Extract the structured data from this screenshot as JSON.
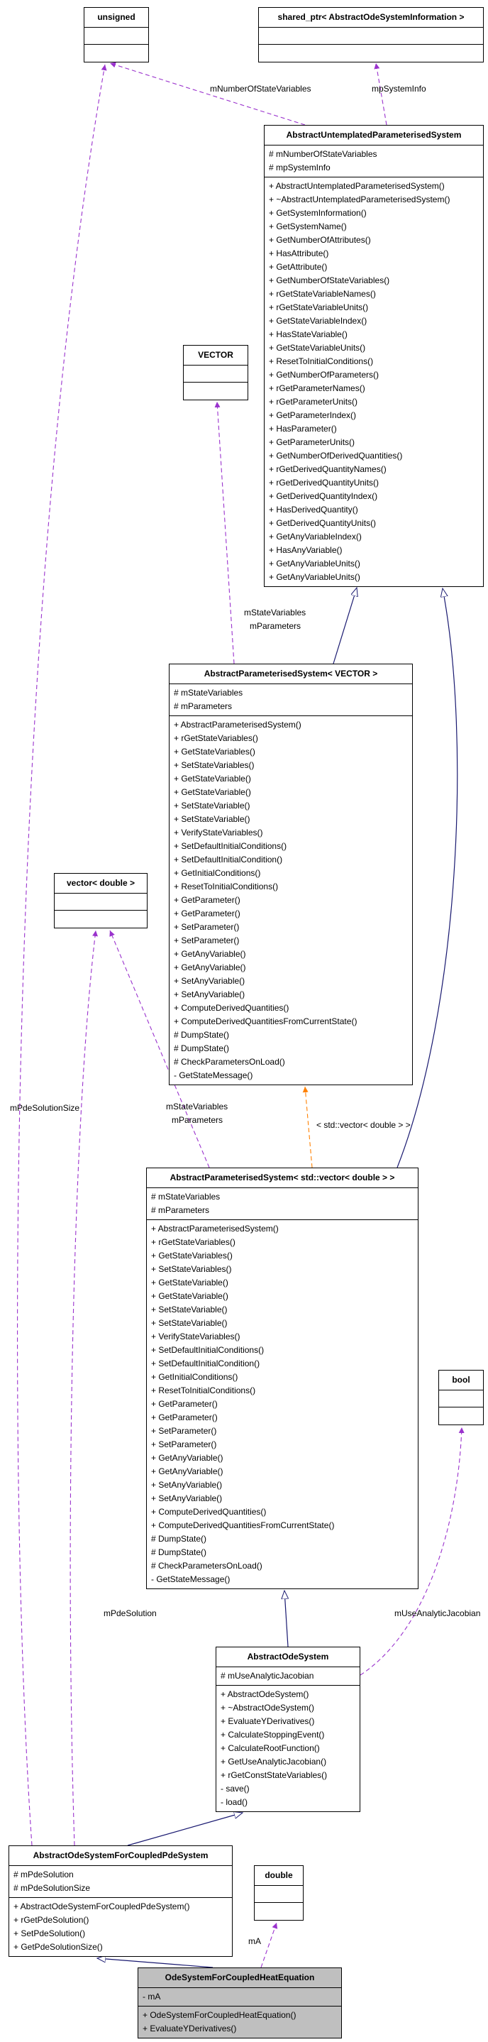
{
  "diagram": {
    "kind": "uml-collaboration-diagram",
    "background": "#ffffff",
    "node_border_color": "#000000",
    "node_fill": "#ffffff",
    "highlight_fill": "#bfbfbf",
    "inheritance_edge_color": "#191970",
    "usage_edge_color": "#9a32cd",
    "template_edge_color": "#ff8000"
  },
  "classes": {
    "unsigned_type": {
      "title": "unsigned",
      "attributes": [],
      "methods": []
    },
    "shared_ptr_info": {
      "title": "shared_ptr< AbstractOdeSystemInformation >",
      "attributes": [],
      "methods": []
    },
    "abstract_untemplated": {
      "title": "AbstractUntemplatedParameterisedSystem",
      "attributes": [
        "# mNumberOfStateVariables",
        "# mpSystemInfo"
      ],
      "methods": [
        "+ AbstractUntemplatedParameterisedSystem()",
        "+ ~AbstractUntemplatedParameterisedSystem()",
        "+ GetSystemInformation()",
        "+ GetSystemName()",
        "+ GetNumberOfAttributes()",
        "+ HasAttribute()",
        "+ GetAttribute()",
        "+ GetNumberOfStateVariables()",
        "+ rGetStateVariableNames()",
        "+ rGetStateVariableUnits()",
        "+ GetStateVariableIndex()",
        "+ HasStateVariable()",
        "+ GetStateVariableUnits()",
        "+ ResetToInitialConditions()",
        "+ GetNumberOfParameters()",
        "+ rGetParameterNames()",
        "+ rGetParameterUnits()",
        "+ GetParameterIndex()",
        "+ HasParameter()",
        "+ GetParameterUnits()",
        "+ GetNumberOfDerivedQuantities()",
        "+ rGetDerivedQuantityNames()",
        "+ rGetDerivedQuantityUnits()",
        "+ GetDerivedQuantityIndex()",
        "+ HasDerivedQuantity()",
        "+ GetDerivedQuantityUnits()",
        "+ GetAnyVariableIndex()",
        "+ HasAnyVariable()",
        "+ GetAnyVariableUnits()",
        "+ GetAnyVariableUnits()"
      ]
    },
    "vector_template": {
      "title": "VECTOR",
      "attributes": [],
      "methods": []
    },
    "aps_vector": {
      "title": "AbstractParameterisedSystem< VECTOR >",
      "attributes": [
        "# mStateVariables",
        "# mParameters"
      ],
      "methods": [
        "+ AbstractParameterisedSystem()",
        "+ rGetStateVariables()",
        "+ GetStateVariables()",
        "+ SetStateVariables()",
        "+ GetStateVariable()",
        "+ GetStateVariable()",
        "+ SetStateVariable()",
        "+ SetStateVariable()",
        "+ VerifyStateVariables()",
        "+ SetDefaultInitialConditions()",
        "+ SetDefaultInitialCondition()",
        "+ GetInitialConditions()",
        "+ ResetToInitialConditions()",
        "+ GetParameter()",
        "+ GetParameter()",
        "+ SetParameter()",
        "+ SetParameter()",
        "+ GetAnyVariable()",
        "+ GetAnyVariable()",
        "+ SetAnyVariable()",
        "+ SetAnyVariable()",
        "+ ComputeDerivedQuantities()",
        "+ ComputeDerivedQuantitiesFromCurrentState()",
        "# DumpState()",
        "# DumpState()",
        "# CheckParametersOnLoad()",
        "- GetStateMessage()"
      ]
    },
    "vector_double": {
      "title": "vector< double >",
      "attributes": [],
      "methods": []
    },
    "aps_std_vector": {
      "title": "AbstractParameterisedSystem< std::vector< double > >",
      "attributes": [
        "# mStateVariables",
        "# mParameters"
      ],
      "methods": [
        "+ AbstractParameterisedSystem()",
        "+ rGetStateVariables()",
        "+ GetStateVariables()",
        "+ SetStateVariables()",
        "+ GetStateVariable()",
        "+ GetStateVariable()",
        "+ SetStateVariable()",
        "+ SetStateVariable()",
        "+ VerifyStateVariables()",
        "+ SetDefaultInitialConditions()",
        "+ SetDefaultInitialCondition()",
        "+ GetInitialConditions()",
        "+ ResetToInitialConditions()",
        "+ GetParameter()",
        "+ GetParameter()",
        "+ SetParameter()",
        "+ SetParameter()",
        "+ GetAnyVariable()",
        "+ GetAnyVariable()",
        "+ SetAnyVariable()",
        "+ SetAnyVariable()",
        "+ ComputeDerivedQuantities()",
        "+ ComputeDerivedQuantitiesFromCurrentState()",
        "# DumpState()",
        "# DumpState()",
        "# CheckParametersOnLoad()",
        "- GetStateMessage()"
      ]
    },
    "bool_type": {
      "title": "bool",
      "attributes": [],
      "methods": []
    },
    "abstract_ode_system": {
      "title": "AbstractOdeSystem",
      "attributes": [
        "# mUseAnalyticJacobian"
      ],
      "methods": [
        "+ AbstractOdeSystem()",
        "+ ~AbstractOdeSystem()",
        "+ EvaluateYDerivatives()",
        "+ CalculateStoppingEvent()",
        "+ CalculateRootFunction()",
        "+ GetUseAnalyticJacobian()",
        "+ rGetConstStateVariables()",
        "- save()",
        "- load()"
      ]
    },
    "ode_for_coupled_pde": {
      "title": "AbstractOdeSystemForCoupledPdeSystem",
      "attributes": [
        "# mPdeSolution",
        "# mPdeSolutionSize"
      ],
      "methods": [
        "+ AbstractOdeSystemForCoupledPdeSystem()",
        "+ rGetPdeSolution()",
        "+ SetPdeSolution()",
        "+ GetPdeSolutionSize()"
      ]
    },
    "double_type": {
      "title": "double",
      "attributes": [],
      "methods": []
    },
    "heat_equation": {
      "title": "OdeSystemForCoupledHeatEquation",
      "attributes": [
        "- mA"
      ],
      "methods": [
        "+ OdeSystemForCoupledHeatEquation()",
        "+ EvaluateYDerivatives()"
      ]
    }
  },
  "edge_labels": {
    "num_state_vars": "mNumberOfStateVariables",
    "mp_system_info": "mpSystemInfo",
    "state_vars_a": "mStateVariables",
    "params_a": "mParameters",
    "state_vars_b": "mStateVariables",
    "params_b": "mParameters",
    "template_inst": "< std::vector< double > >",
    "pde_solution_size": "mPdeSolutionSize",
    "pde_solution": "mPdeSolution",
    "use_analytic_jacobian": "mUseAnalyticJacobian",
    "m_a": "mA"
  }
}
